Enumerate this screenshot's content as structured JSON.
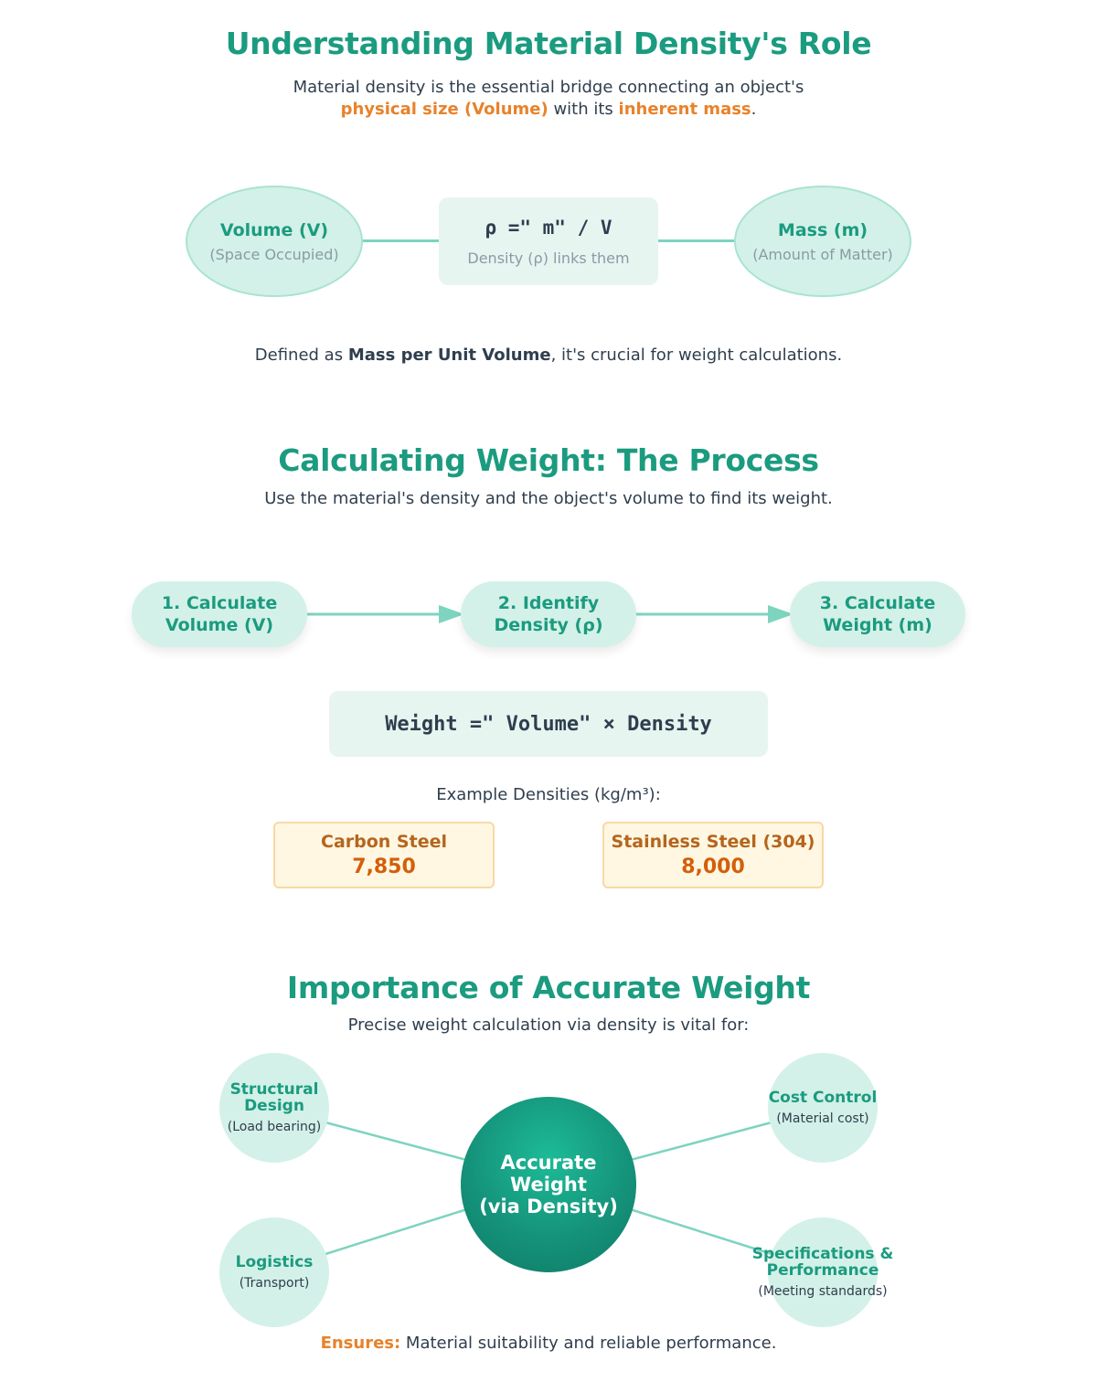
{
  "section1": {
    "title": "Understanding Material Density's Role",
    "intro_1": "Material density is the essential bridge connecting an object's",
    "intro_2a": "physical size (Volume)",
    "intro_2b": " with its ",
    "intro_2c": "inherent mass",
    "intro_2d": ".",
    "volume": {
      "title": "Volume (V)",
      "sub": "(Space Occupied)"
    },
    "formula": {
      "expr": "ρ =\" m\" / V",
      "caption": "Density (ρ) links them"
    },
    "mass": {
      "title": "Mass (m)",
      "sub": "(Amount of Matter)"
    },
    "defined_a": "Defined as ",
    "defined_b": "Mass per Unit Volume",
    "defined_c": ", it's crucial for weight calculations."
  },
  "section2": {
    "title": "Calculating Weight: The Process",
    "subtitle": "Use the material's density and the object's volume to find its weight.",
    "steps": [
      {
        "l1": "1. Calculate",
        "l2": "Volume (V)"
      },
      {
        "l1": "2. Identify",
        "l2": "Density (ρ)"
      },
      {
        "l1": "3. Calculate",
        "l2": "Weight (m)"
      }
    ],
    "formula": "Weight =\" Volume\" × Density",
    "examples_label": "Example Densities (kg/m³):",
    "examples": [
      {
        "name": "Carbon Steel",
        "value": "7,850"
      },
      {
        "name": "Stainless Steel (304)",
        "value": "8,000"
      }
    ]
  },
  "section3": {
    "title": "Importance of Accurate Weight",
    "subtitle": "Precise weight calculation via density is vital for:",
    "hub_1": "Accurate Weight",
    "hub_2": "(via Density)",
    "nodes": {
      "structural": {
        "t1": "Structural",
        "t2": "Design",
        "sub": "(Load bearing)"
      },
      "cost": {
        "t1": "Cost Control",
        "sub": "(Material cost)"
      },
      "logistics": {
        "t1": "Logistics",
        "sub": "(Transport)"
      },
      "specs": {
        "t1": "Specifications &",
        "t2": "Performance",
        "sub": "(Meeting standards)"
      }
    },
    "ensures_label": "Ensures:",
    "ensures_text": " Material suitability and reliable performance."
  },
  "colors": {
    "accent": "#1b9b7f",
    "node_fill": "#d3f1e8",
    "connector": "#7dd4bf",
    "highlight": "#e8822a",
    "card_fill": "#fff7e2"
  }
}
